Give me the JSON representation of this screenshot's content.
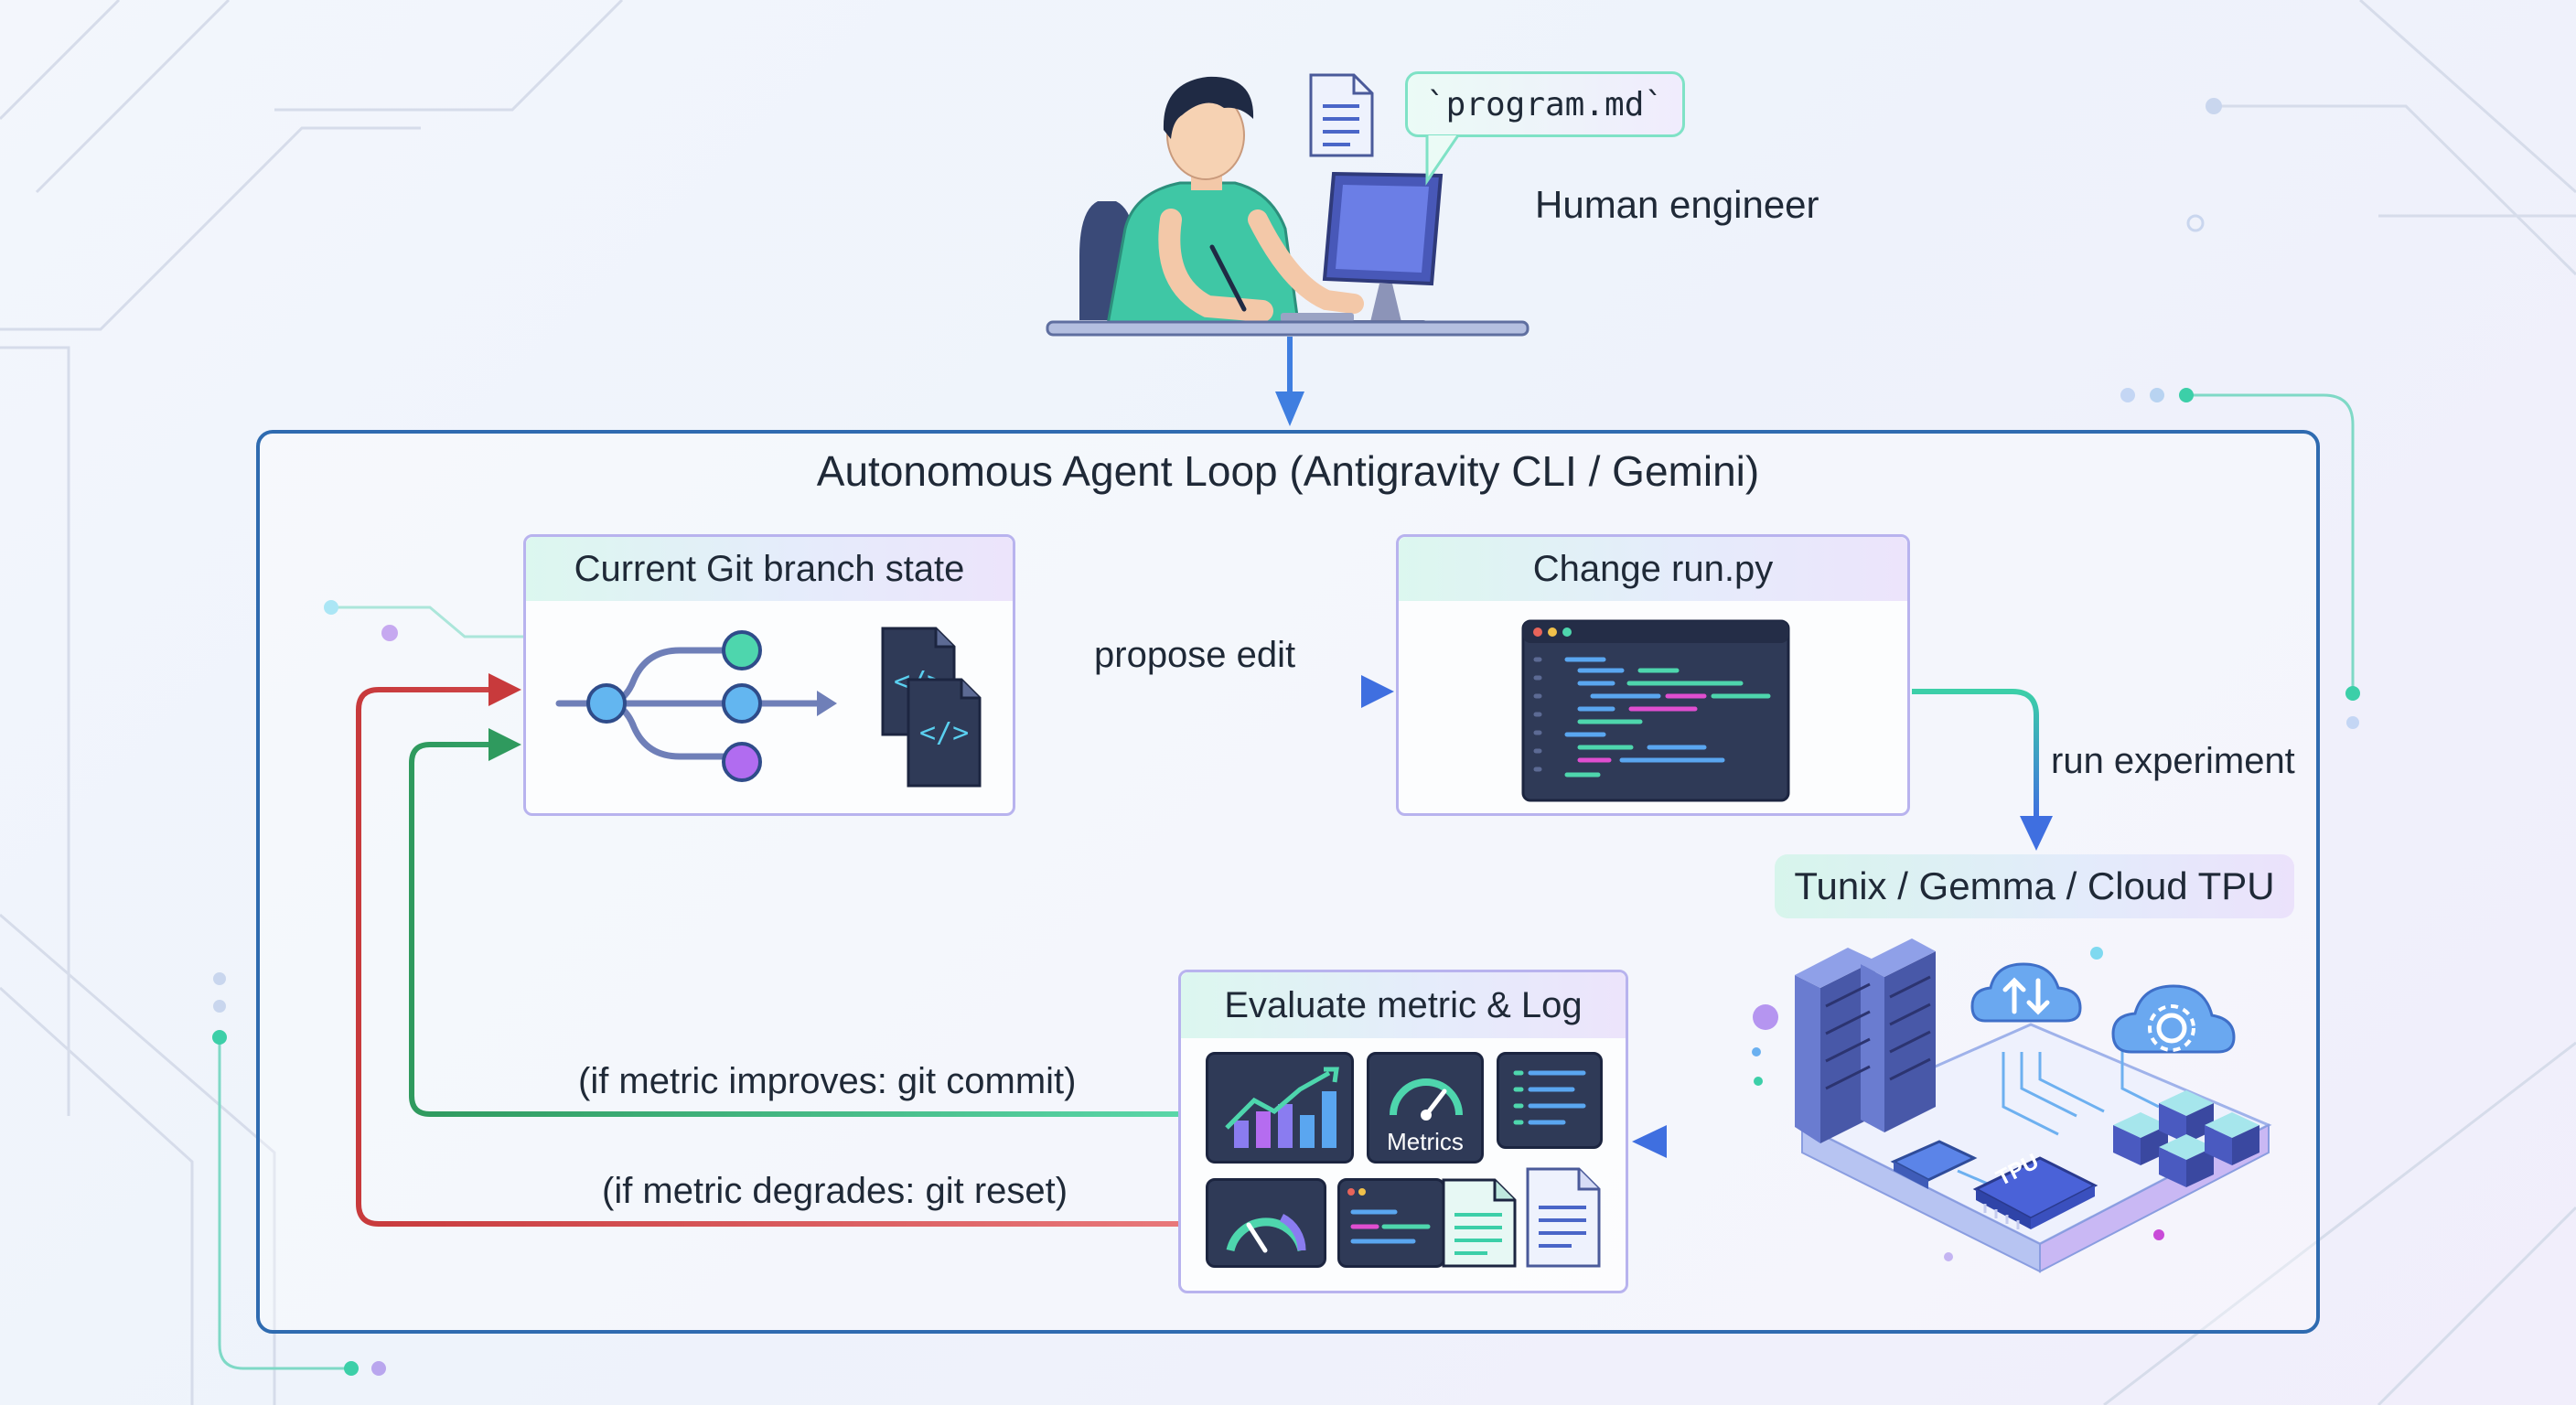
{
  "human": {
    "label": "Human engineer",
    "speech": "`program.md`"
  },
  "loop": {
    "title": "Autonomous Agent Loop (Antigravity CLI / Gemini)"
  },
  "nodes": {
    "git_state": "Current Git branch state",
    "change_run": "Change run.py",
    "platform": "Tunix / Gemma / Cloud TPU",
    "evaluate": "Evaluate metric & Log"
  },
  "edges": {
    "propose": "propose edit",
    "run": "run experiment",
    "commit": "(if metric improves: git commit)",
    "reset": "(if metric degrades: git reset)"
  },
  "icons": {
    "metrics_tile": "Metrics",
    "tpu_chip": "TPU"
  },
  "colors": {
    "flow_blue": "#3f7ee0",
    "commit_green": "#35a06a",
    "reset_red": "#d0474a",
    "accent_teal": "#3ccfa8",
    "accent_purple": "#a15be0",
    "loop_border": "#2f6bb0"
  }
}
